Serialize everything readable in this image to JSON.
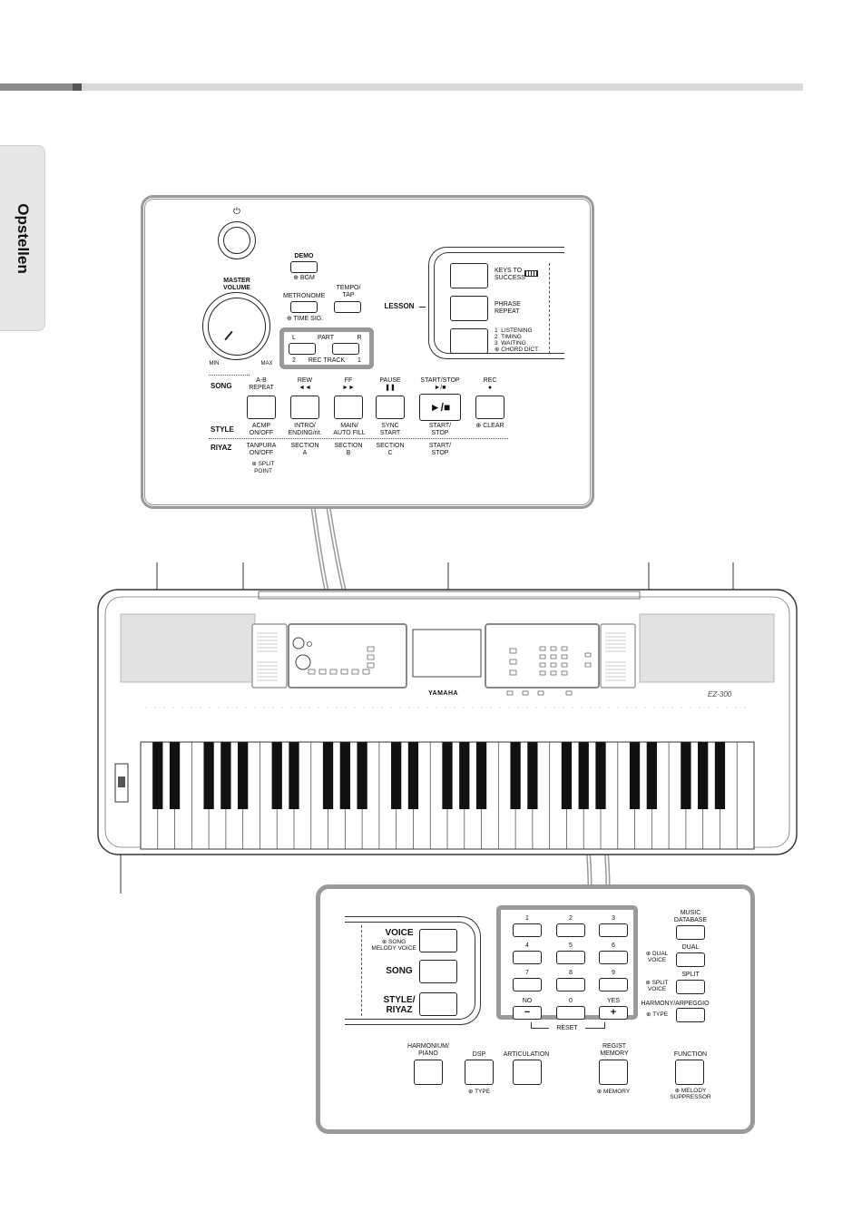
{
  "header": {
    "section_tab": "Opstellen",
    "accent_color": "#7a7a7a",
    "bar_color": "#d9d9d9"
  },
  "top_panel": {
    "power_symbol": "⏻",
    "master_volume": "MASTER\nVOLUME",
    "min": "MIN",
    "max": "MAX",
    "demo": "DEMO",
    "bgm": "⊕ BGM",
    "metronome": "METRONOME",
    "time_sig": "⊕ TIME SIG.",
    "tempo_tap": "TEMPO/\nTAP",
    "part_l": "L",
    "part": "PART",
    "part_r": "R",
    "rec_2": "2",
    "rec_track": "REC TRACK",
    "rec_1": "1",
    "lesson": "LESSON",
    "keys_to_success": "KEYS TO\nSUCCESS",
    "phrase_repeat": "PHRASE\nREPEAT",
    "lesson_list": "1  LISTENING\n2  TIMING\n3  WAITING\n⊕ CHORD DICT.",
    "row_song": "SONG",
    "row_style": "STYLE",
    "row_riyaz": "RIYAZ",
    "song_labels": [
      "A-B\nREPEAT",
      "REW\n◄◄",
      "FF\n►►",
      "PAUSE\n❚❚",
      "START/STOP\n►/■",
      "REC\n●"
    ],
    "center_button_symbol": "►/■",
    "style_labels": [
      "ACMP\nON/OFF",
      "INTRO/\nENDING/rit.",
      "MAIN/\nAUTO FILL",
      "SYNC\nSTART",
      "START/\nSTOP",
      "⊕ CLEAR"
    ],
    "riyaz_labels": [
      "TANPURA\nON/OFF",
      "SECTION\nA",
      "SECTION\nB",
      "SECTION\nC",
      "START/\nSTOP"
    ],
    "split_point": "⊕ SPLIT\nPOINT"
  },
  "keyboard": {
    "brand": "YAMAHA",
    "model": "EZ-300",
    "white_keys": 36
  },
  "bottom_panel": {
    "voice": "VOICE",
    "voice_sub": "⊕ SONG\nMELODY VOICE",
    "song": "SONG",
    "style_riyaz": "STYLE/\nRIYAZ",
    "num_labels": [
      "1",
      "2",
      "3",
      "4",
      "5",
      "6",
      "7",
      "8",
      "9",
      "NO",
      "0",
      "YES"
    ],
    "minus": "−",
    "plus": "+",
    "reset": "RESET",
    "music_database": "MUSIC\nDATABASE",
    "dual_voice": "⊕ DUAL\nVOICE",
    "dual": "DUAL",
    "split_voice": "⊕ SPLIT\nVOICE",
    "split": "SPLIT",
    "harmony_arpeggio": "HARMONY/ARPEGGIO",
    "type_1": "⊕ TYPE",
    "harmonium_piano": "HARMONIUM/\nPIANO",
    "dsp": "DSP",
    "type_2": "⊕ TYPE",
    "articulation": "ARTICULATION",
    "regist_memory": "REGIST\nMEMORY",
    "memory": "⊕ MEMORY",
    "function": "FUNCTION",
    "melody_suppressor": "⊕ MELODY\nSUPPRESSOR"
  }
}
